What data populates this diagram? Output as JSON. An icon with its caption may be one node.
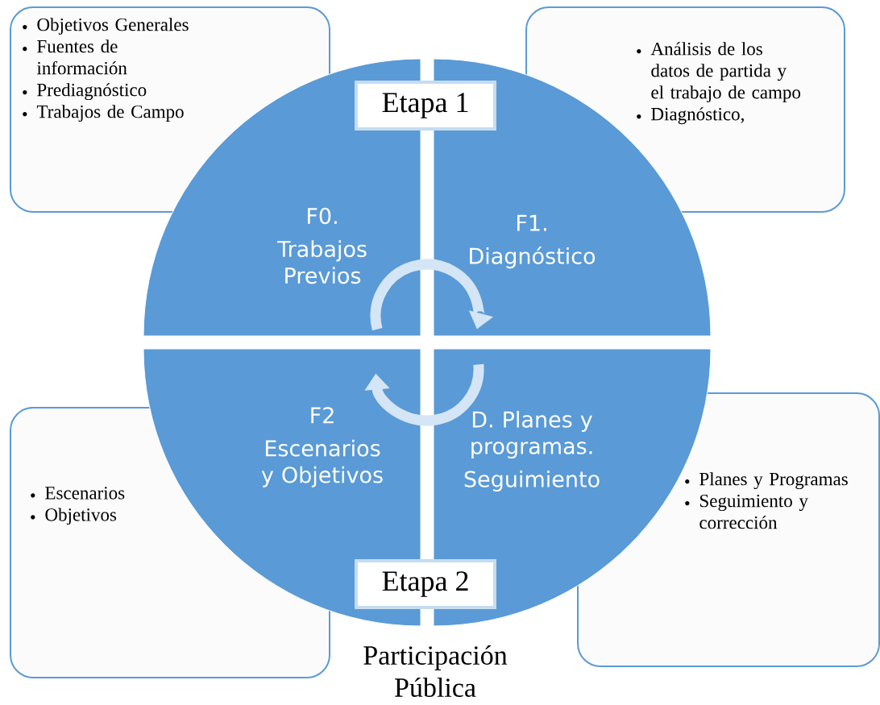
{
  "diagram": {
    "nodes": [
      {
        "text": [
          "Objetivos Generales",
          "Fuentes de información",
          "Prediagnóstico",
          "Trabajos de Campo"
        ]
      },
      {
        "text": [
          "Análisis  de los datos de partida y el trabajo de campo",
          "Diagnóstico,"
        ]
      },
      {
        "text": [
          "Escenarios",
          "Objetivos"
        ]
      },
      {
        "text": [
          "Planes y Programas",
          "Seguimiento y corrección"
        ]
      },
      {
        "text": [
          "F0.",
          "Trabajos Previos"
        ]
      },
      {
        "text": [
          "F1.",
          "Diagnóstico"
        ]
      },
      {
        "text": [
          "F2",
          "Escenarios y Objetivos"
        ]
      },
      {
        "text": [
          "D. Planes y programas.",
          "Seguimiento"
        ]
      },
      {
        "text": [
          "Etapa 1"
        ]
      },
      {
        "text": [
          "Etapa 2"
        ]
      }
    ],
    "edges": [
      {
        "from": 4,
        "to": 5,
        "arrow": "to"
      },
      {
        "from": 7,
        "to": 6,
        "arrow": "to"
      }
    ],
    "labels": [
      "Participación Pública"
    ]
  }
}
